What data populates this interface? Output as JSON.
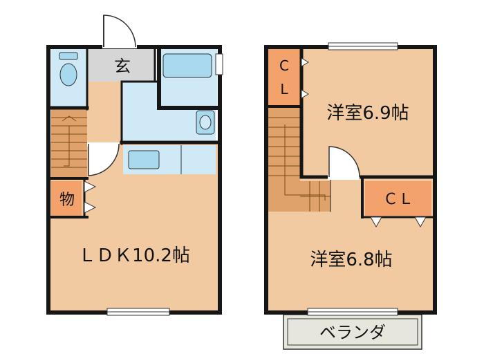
{
  "floor_1": {
    "entrance": "玄",
    "storage": "物",
    "ldk": "ＬＤＫ10.2帖"
  },
  "floor_2": {
    "closet_left": [
      "C",
      "L"
    ],
    "room_upper": "洋室6.9帖",
    "closet_right": "ＣＬ",
    "room_lower": "洋室6.8帖",
    "balcony": "ベランダ"
  },
  "colors": {
    "wood": "#f1caa1",
    "wet": "#cfe9f7",
    "fixture": "#a9d9ef",
    "closet": "#f2a26a",
    "entrance": "#d6d6d6",
    "stairs": "#dfa26a",
    "wall": "#161616",
    "balcony": "#e6e6dc"
  }
}
